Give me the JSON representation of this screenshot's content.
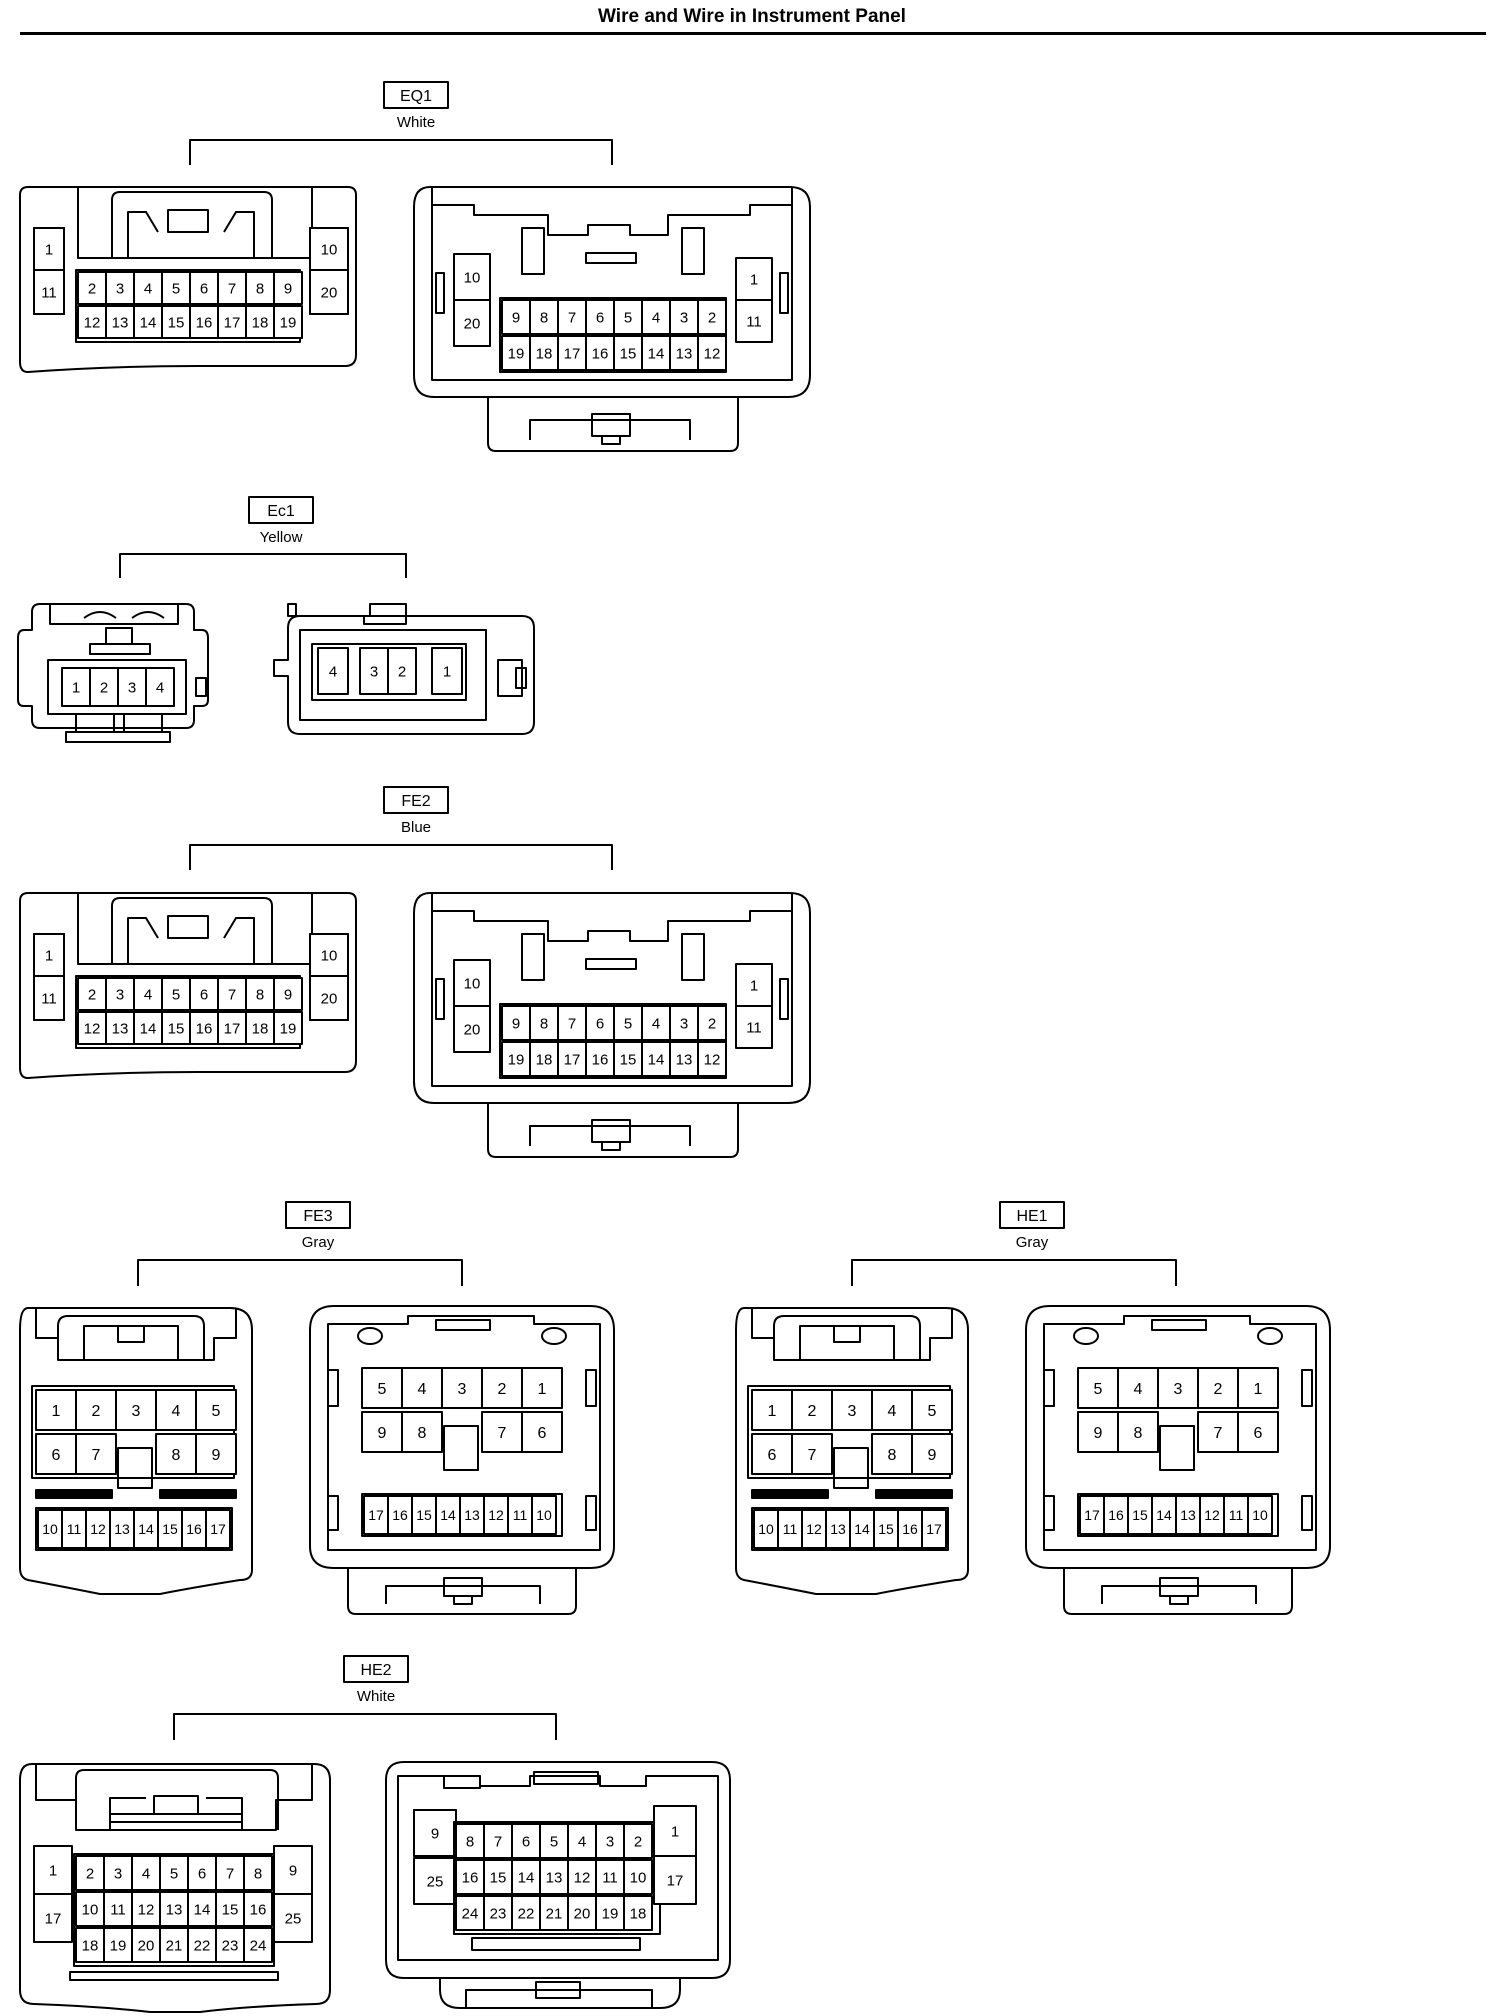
{
  "page": {
    "title": "Wire and Wire in Instrument Panel"
  },
  "connectors": [
    {
      "id": "EQ1",
      "color": "White",
      "male": {
        "top": [
          "1",
          "2",
          "3",
          "4",
          "5",
          "6",
          "7",
          "8",
          "9",
          "10"
        ],
        "bottom": [
          "11",
          "12",
          "13",
          "14",
          "15",
          "16",
          "17",
          "18",
          "19",
          "20"
        ]
      },
      "female": {
        "top": [
          "10",
          "9",
          "8",
          "7",
          "6",
          "5",
          "4",
          "3",
          "2",
          "1"
        ],
        "bottom": [
          "20",
          "19",
          "18",
          "17",
          "16",
          "15",
          "14",
          "13",
          "12",
          "11"
        ]
      }
    },
    {
      "id": "Ec1",
      "color": "Yellow",
      "male": {
        "row": [
          "1",
          "2",
          "3",
          "4"
        ]
      },
      "female": {
        "row": [
          "4",
          "3",
          "2",
          "1"
        ]
      }
    },
    {
      "id": "FE2",
      "color": "Blue",
      "male": {
        "top": [
          "1",
          "2",
          "3",
          "4",
          "5",
          "6",
          "7",
          "8",
          "9",
          "10"
        ],
        "bottom": [
          "11",
          "12",
          "13",
          "14",
          "15",
          "16",
          "17",
          "18",
          "19",
          "20"
        ]
      },
      "female": {
        "top": [
          "10",
          "9",
          "8",
          "7",
          "6",
          "5",
          "4",
          "3",
          "2",
          "1"
        ],
        "bottom": [
          "20",
          "19",
          "18",
          "17",
          "16",
          "15",
          "14",
          "13",
          "12",
          "11"
        ]
      }
    },
    {
      "id": "FE3",
      "color": "Gray",
      "male": {
        "row1": [
          "1",
          "2",
          "3",
          "4",
          "5"
        ],
        "row2": [
          "6",
          "7",
          "8",
          "9"
        ],
        "row3": [
          "10",
          "11",
          "12",
          "13",
          "14",
          "15",
          "16",
          "17"
        ]
      },
      "female": {
        "row1": [
          "5",
          "4",
          "3",
          "2",
          "1"
        ],
        "row2": [
          "9",
          "8",
          "7",
          "6"
        ],
        "row3": [
          "17",
          "16",
          "15",
          "14",
          "13",
          "12",
          "11",
          "10"
        ]
      }
    },
    {
      "id": "HE1",
      "color": "Gray",
      "male": {
        "row1": [
          "1",
          "2",
          "3",
          "4",
          "5"
        ],
        "row2": [
          "6",
          "7",
          "8",
          "9"
        ],
        "row3": [
          "10",
          "11",
          "12",
          "13",
          "14",
          "15",
          "16",
          "17"
        ]
      },
      "female": {
        "row1": [
          "5",
          "4",
          "3",
          "2",
          "1"
        ],
        "row2": [
          "9",
          "8",
          "7",
          "6"
        ],
        "row3": [
          "17",
          "16",
          "15",
          "14",
          "13",
          "12",
          "11",
          "10"
        ]
      }
    },
    {
      "id": "HE2",
      "color": "White",
      "male": {
        "left": [
          "1",
          "17"
        ],
        "row1": [
          "2",
          "3",
          "4",
          "5",
          "6",
          "7",
          "8"
        ],
        "row2": [
          "10",
          "11",
          "12",
          "13",
          "14",
          "15",
          "16"
        ],
        "row3": [
          "18",
          "19",
          "20",
          "21",
          "22",
          "23",
          "24"
        ],
        "right": [
          "9",
          "25"
        ]
      },
      "female": {
        "left": [
          "9",
          "25"
        ],
        "row1": [
          "8",
          "7",
          "6",
          "5",
          "4",
          "3",
          "2"
        ],
        "row2": [
          "16",
          "15",
          "14",
          "13",
          "12",
          "11",
          "10"
        ],
        "row3": [
          "24",
          "23",
          "22",
          "21",
          "20",
          "19",
          "18"
        ],
        "right": [
          "1",
          "17"
        ]
      }
    }
  ]
}
